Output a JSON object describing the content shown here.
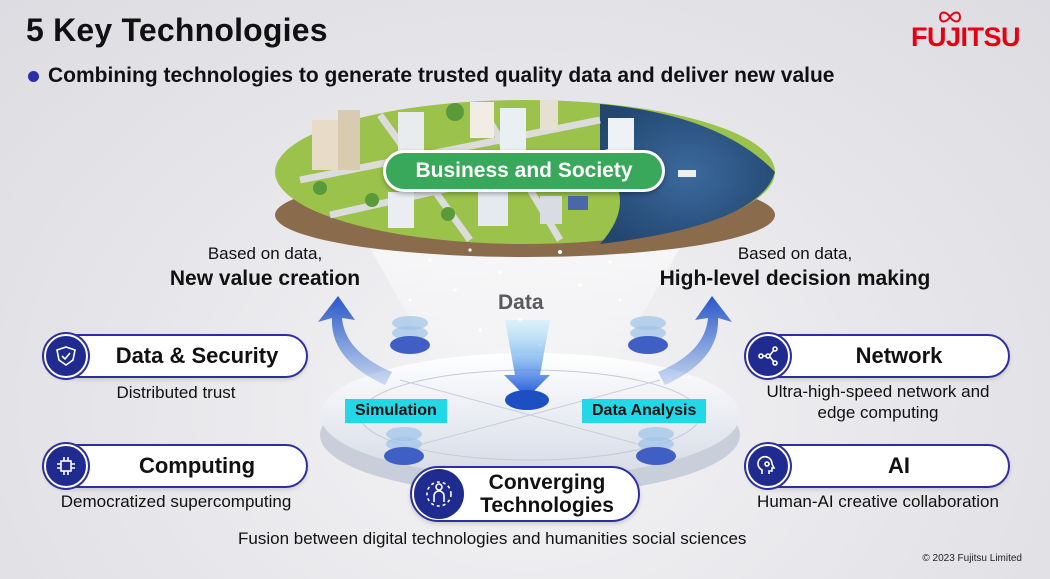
{
  "header": {
    "title": "5 Key Technologies",
    "subtitle": "Combining technologies to generate trusted quality data and deliver new value",
    "logo": "FUJITSU"
  },
  "center": {
    "business_label": "Business and Society",
    "data_label": "Data",
    "simulation_label": "Simulation",
    "data_analysis_label": "Data Analysis",
    "converging_line1": "Converging",
    "converging_line2": "Technologies"
  },
  "left_callout": {
    "small": "Based on data,",
    "big": "New value creation"
  },
  "right_callout": {
    "small": "Based on data,",
    "big": "High-level decision making"
  },
  "technologies": [
    {
      "name": "Data & Security",
      "caption": "Distributed trust",
      "icon": "shield-icon"
    },
    {
      "name": "Computing",
      "caption": "Democratized supercomputing",
      "icon": "chip-icon"
    },
    {
      "name": "Network",
      "caption_line1": "Ultra-high-speed network and",
      "caption_line2": "edge computing",
      "icon": "network-icon"
    },
    {
      "name": "AI",
      "caption": "Human-AI creative collaboration",
      "icon": "ai-head-icon"
    }
  ],
  "footer": {
    "fusion": "Fusion between digital technologies and humanities social sciences",
    "copyright": "© 2023 Fujitsu Limited"
  },
  "colors": {
    "navy": "#1f2b8f",
    "green": "#3aa85a",
    "teal": "#22d8e6",
    "fujitsu_red": "#e60012"
  }
}
